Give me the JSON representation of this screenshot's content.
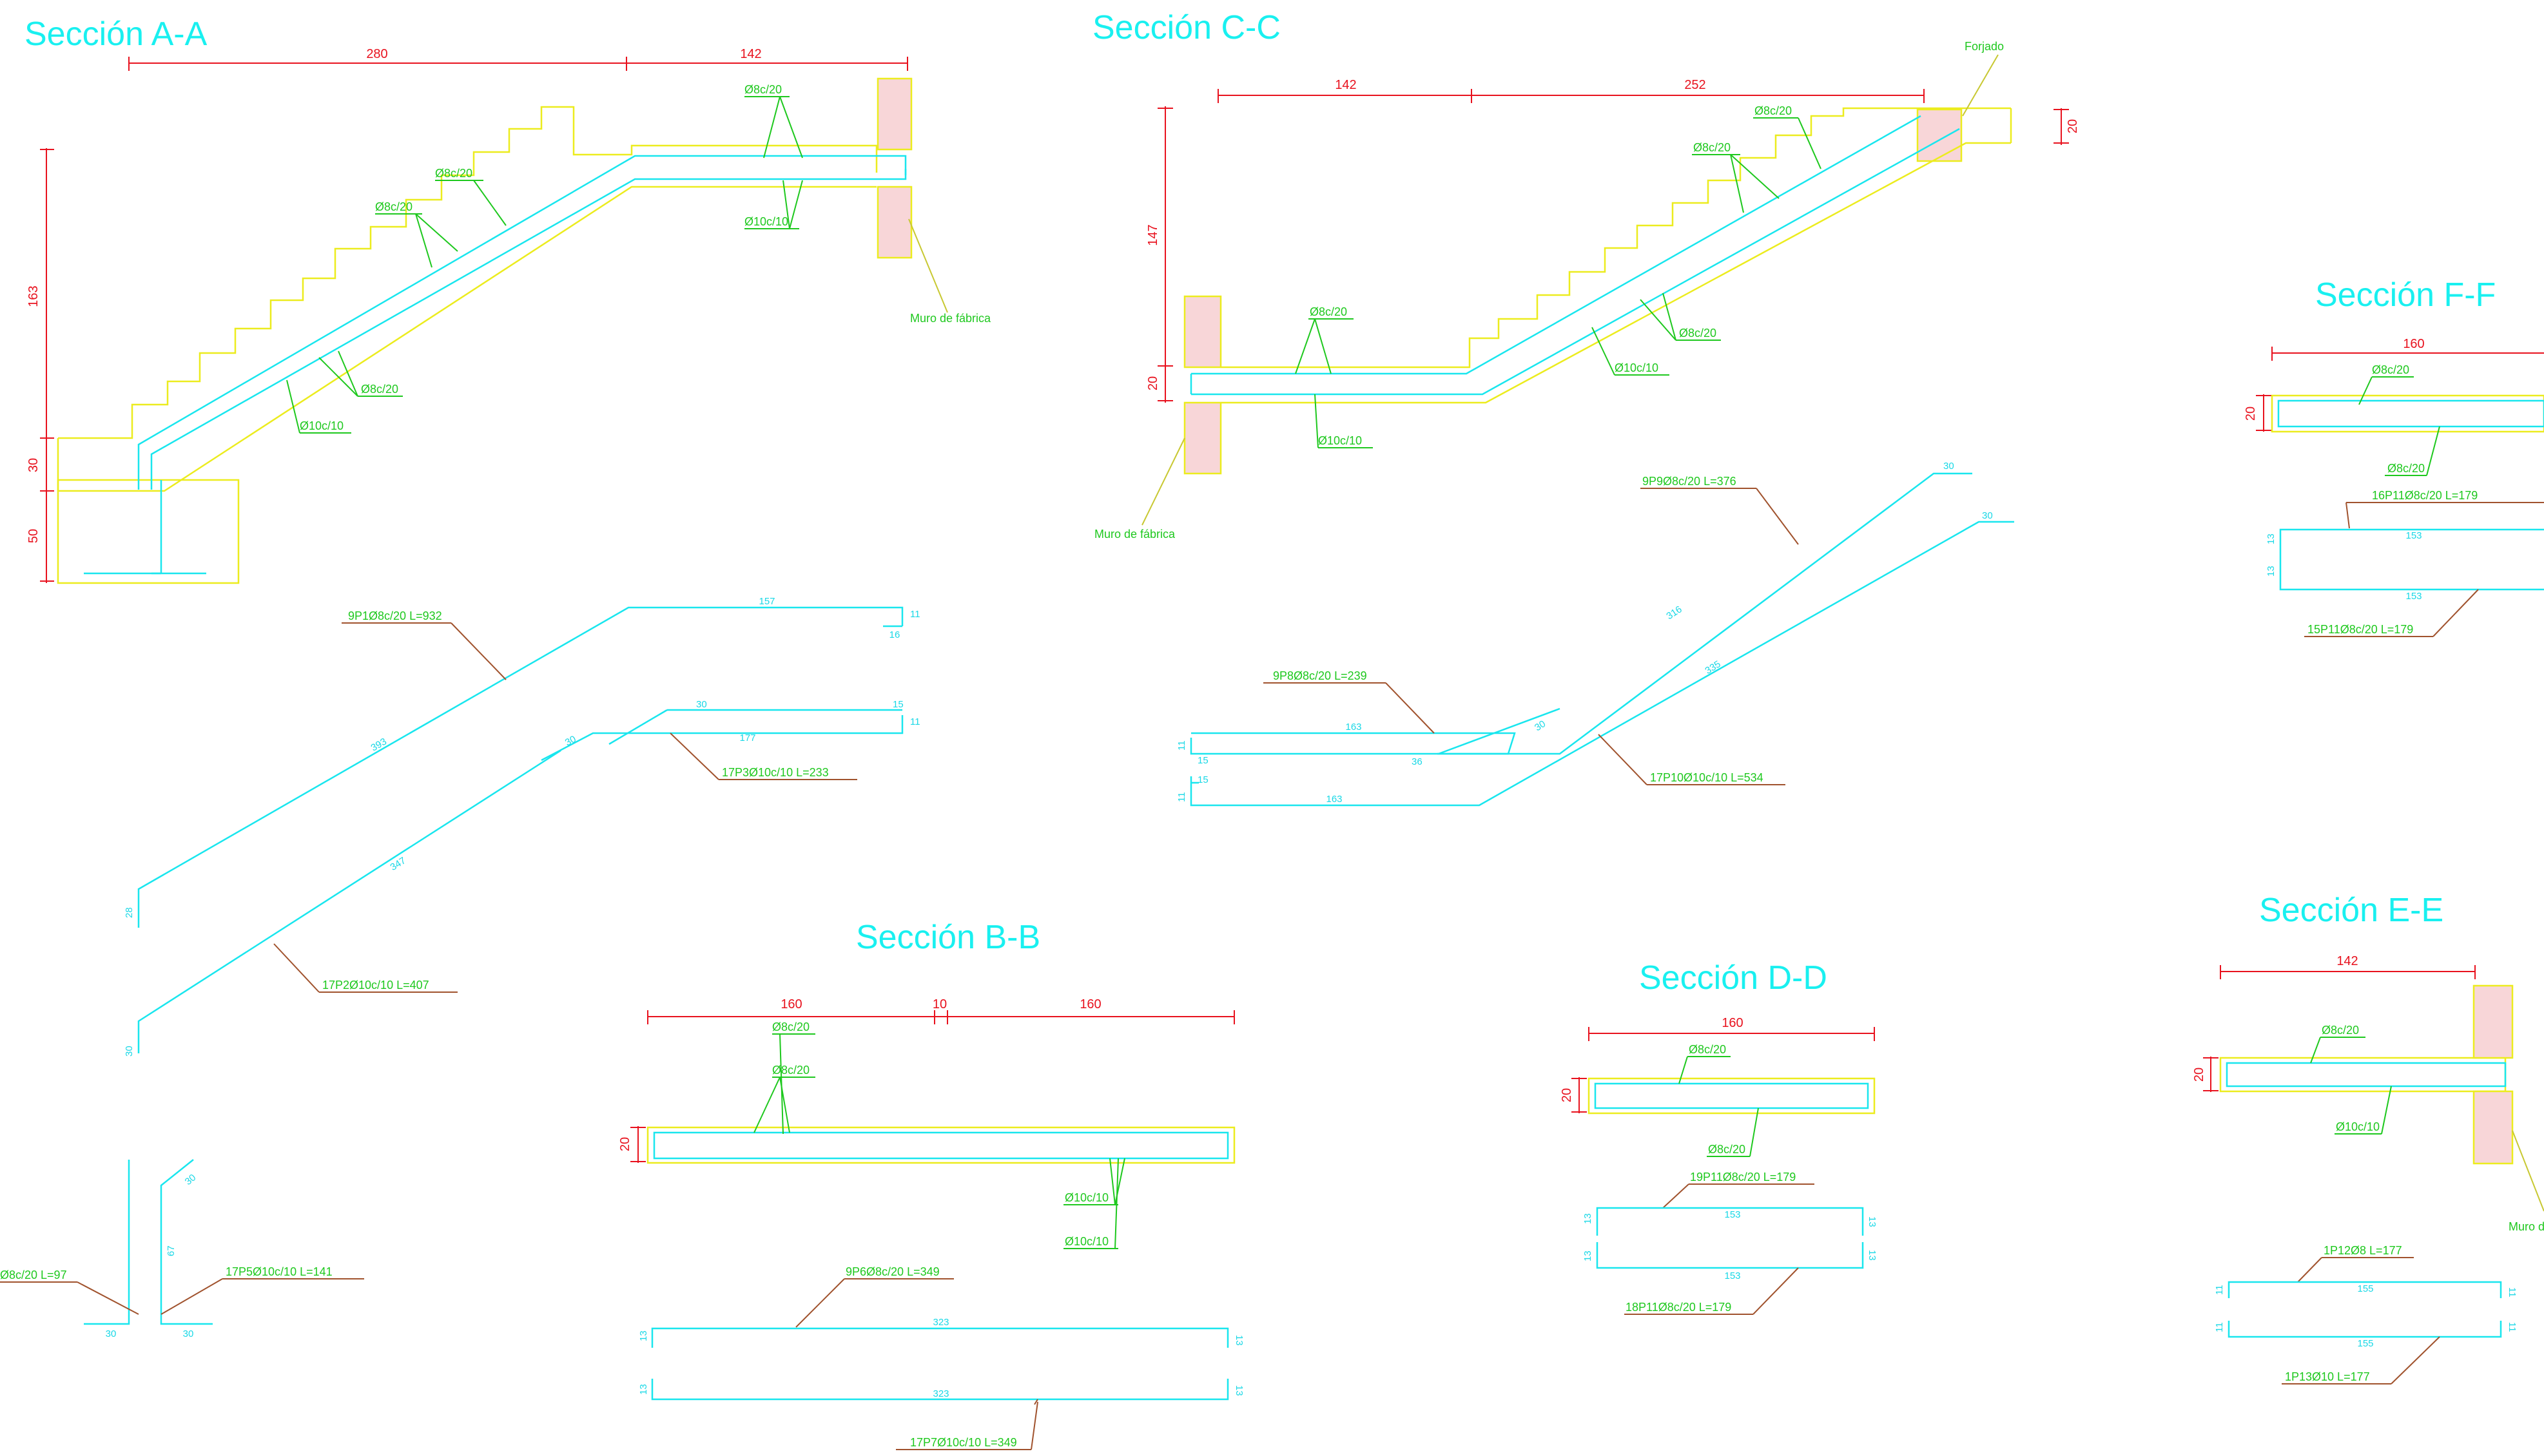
{
  "sections": {
    "A": {
      "title": "Sección A-A",
      "dims": {
        "run1": "280",
        "run2": "142",
        "h_stair": "163",
        "h_slab": "30",
        "h_footing": "50"
      },
      "labels": {
        "top_upper": "Ø8c/20",
        "top_lower": "Ø10c/10",
        "mid_upper": "Ø8c/20",
        "mid_upper2": "Ø8c/20",
        "bottom_rebar": "Ø8c/20",
        "bottom_bar": "Ø10c/10",
        "wall": "Muro de fábrica"
      },
      "bars": {
        "p1": {
          "label": "9P1Ø8c/20 L=932",
          "seg_top": "157",
          "seg_end": "11",
          "seg_hook": "16",
          "seg_diag": "393",
          "seg_start": "28"
        },
        "p3": {
          "label": "17P3Ø10c/10 L=233",
          "seg_a": "30",
          "seg_b": "30",
          "seg_c": "177",
          "seg_d": "15",
          "seg_e": "11"
        },
        "p2": {
          "label": "17P2Ø10c/10 L=407",
          "seg_diag": "347",
          "seg_start": "30"
        },
        "p4": {
          "label": "Ø8c/20 L=97",
          "seg": "30"
        },
        "p5": {
          "label": "17P5Ø10c/10 L=141",
          "seg_h": "30",
          "seg_v": "67",
          "seg_hook": "30"
        }
      }
    },
    "C": {
      "title": "Sección C-C",
      "dims": {
        "run1": "142",
        "run2": "252",
        "h_stair": "147",
        "h_slab": "20",
        "h_forjado": "20"
      },
      "labels": {
        "forjado": "Forjado",
        "top1": "Ø8c/20",
        "top2": "Ø8c/20",
        "bot1": "Ø8c/20",
        "bot2": "Ø10c/10",
        "slab_top": "Ø8c/20",
        "slab_bot": "Ø10c/10",
        "wall": "Muro de fábrica"
      },
      "bars": {
        "p9": {
          "label": "9P9Ø8c/20 L=376",
          "seg_diag": "316",
          "seg_end": "30"
        },
        "p8": {
          "label": "9P8Ø8c/20 L=239",
          "seg_h": "163",
          "seg_a": "11",
          "seg_b": "15",
          "seg_c": "36",
          "seg_d": "30"
        },
        "p10": {
          "label": "17P10Ø10c/10 L=534",
          "seg_diag": "335",
          "seg_end": "30",
          "seg_h": "163",
          "seg_a": "11",
          "seg_b": "15"
        }
      }
    },
    "F": {
      "title": "Sección F-F",
      "dims": {
        "w": "160",
        "h": "20"
      },
      "labels": {
        "top": "Ø8c/20",
        "bot": "Ø8c/20"
      },
      "bars": {
        "p11a": {
          "label": "16P11Ø8c/20 L=179",
          "seg": "153",
          "h": "13"
        },
        "p11b": {
          "label": "15P11Ø8c/20 L=179",
          "seg": "153",
          "h": "13"
        }
      }
    },
    "B": {
      "title": "Sección B-B",
      "dims": {
        "w1": "160",
        "w2": "10",
        "w3": "160",
        "h": "20"
      },
      "labels": {
        "top1": "Ø8c/20",
        "top2": "Ø8c/20",
        "bot1": "Ø10c/10",
        "bot2": "Ø10c/10"
      },
      "bars": {
        "p6": {
          "label": "9P6Ø8c/20 L=349",
          "seg": "323",
          "h1": "13",
          "h2": "13"
        },
        "p7": {
          "label": "17P7Ø10c/10 L=349",
          "seg": "323",
          "h1": "13",
          "h2": "13"
        }
      }
    },
    "D": {
      "title": "Sección D-D",
      "dims": {
        "w": "160",
        "h": "20"
      },
      "labels": {
        "top": "Ø8c/20",
        "bot": "Ø8c/20"
      },
      "bars": {
        "p11a": {
          "label": "19P11Ø8c/20 L=179",
          "seg": "153",
          "h": "13"
        },
        "p11b": {
          "label": "18P11Ø8c/20 L=179",
          "seg": "153",
          "h": "13"
        }
      }
    },
    "E": {
      "title": "Sección E-E",
      "dims": {
        "w": "142",
        "h": "20"
      },
      "labels": {
        "top": "Ø8c/20",
        "bot": "Ø10c/10",
        "wall": "Muro d"
      },
      "bars": {
        "p12": {
          "label": "1P12Ø8 L=177",
          "seg": "155",
          "h": "11"
        },
        "p13": {
          "label": "1P13Ø10 L=177",
          "seg": "155",
          "h": "11"
        }
      }
    }
  }
}
